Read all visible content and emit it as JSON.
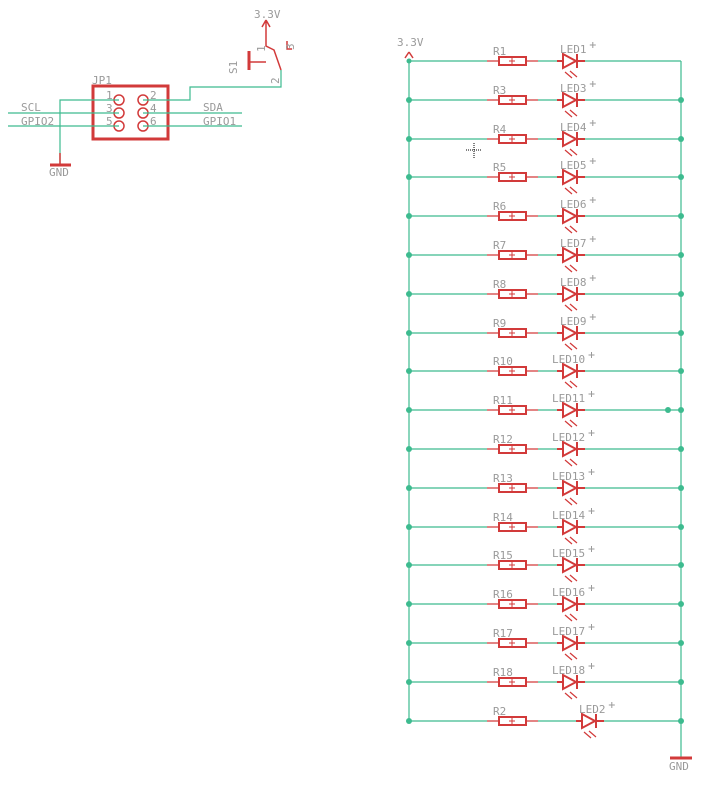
{
  "colors": {
    "wire": "#3dbb8f",
    "part": "#d23a3a",
    "label": "#9a9a9a"
  },
  "header": {
    "name": "JP1",
    "pins": [
      "1",
      "2",
      "3",
      "4",
      "5",
      "6"
    ]
  },
  "nets": {
    "scl": "SCL",
    "gpio2": "GPIO2",
    "sda": "SDA",
    "gpio1": "GPIO1",
    "gnd_left": "GND",
    "gnd_right": "GND",
    "supply_switch": "3.3V",
    "supply_bus": "3.3V"
  },
  "switch": {
    "name": "S1",
    "pins": [
      "1",
      "2",
      "3"
    ]
  },
  "rows": [
    {
      "r": "R1",
      "led": "LED1"
    },
    {
      "r": "R3",
      "led": "LED3"
    },
    {
      "r": "R4",
      "led": "LED4"
    },
    {
      "r": "R5",
      "led": "LED5"
    },
    {
      "r": "R6",
      "led": "LED6"
    },
    {
      "r": "R7",
      "led": "LED7"
    },
    {
      "r": "R8",
      "led": "LED8"
    },
    {
      "r": "R9",
      "led": "LED9"
    },
    {
      "r": "R10",
      "led": "LED10"
    },
    {
      "r": "R11",
      "led": "LED11"
    },
    {
      "r": "R12",
      "led": "LED12"
    },
    {
      "r": "R13",
      "led": "LED13"
    },
    {
      "r": "R14",
      "led": "LED14"
    },
    {
      "r": "R15",
      "led": "LED15"
    },
    {
      "r": "R16",
      "led": "LED16"
    },
    {
      "r": "R17",
      "led": "LED17"
    },
    {
      "r": "R18",
      "led": "LED18"
    },
    {
      "r": "R2",
      "led": "LED2"
    }
  ]
}
